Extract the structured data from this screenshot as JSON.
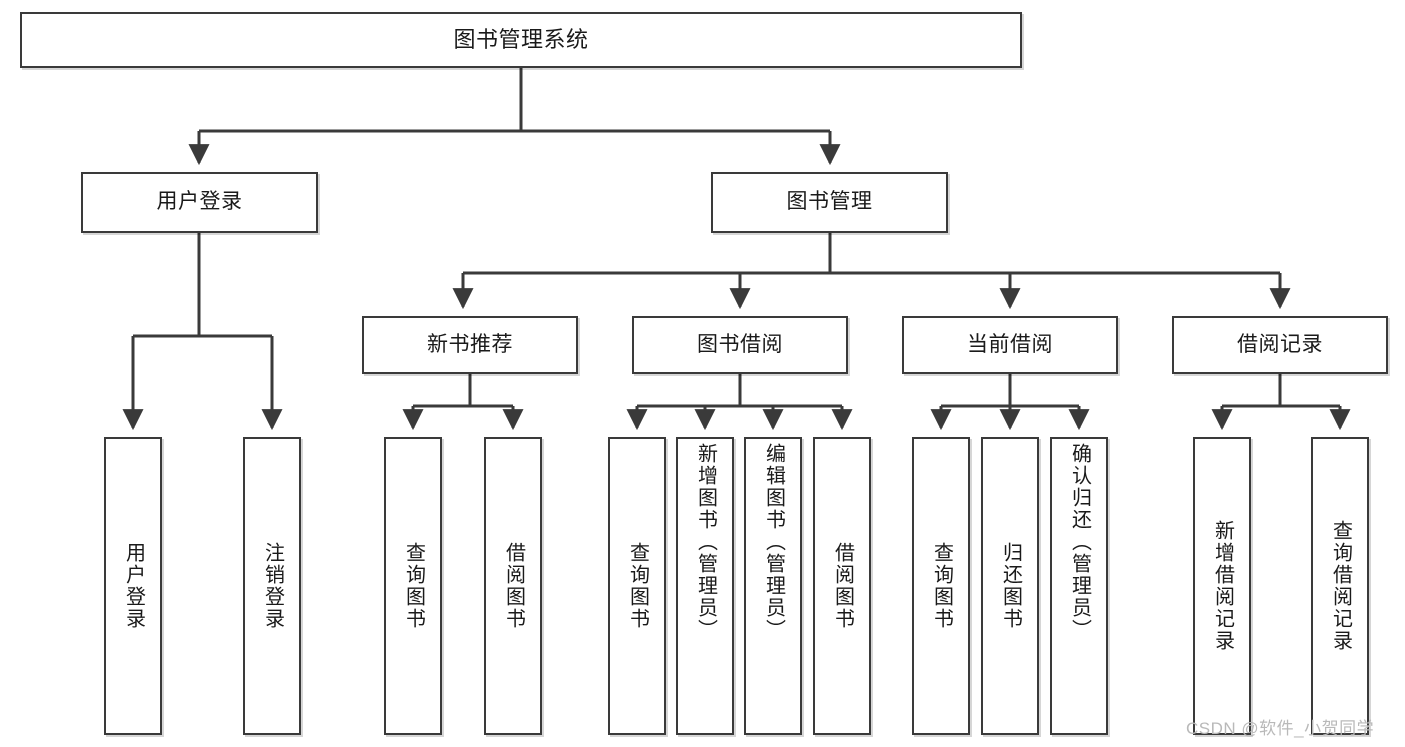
{
  "diagram": {
    "title": "图书管理系统",
    "type": "hierarchy-tree",
    "watermark": "CSDN @软件_小贺同学",
    "colors": {
      "border": "#3a3a3a",
      "background": "#ffffff",
      "text": "#1a1a1a",
      "edge": "#3a3a3a",
      "watermark": "#b9b9b9"
    },
    "nodes": {
      "root": {
        "label": "图书管理系统",
        "level": 1
      },
      "level2": [
        {
          "id": "user-login",
          "label": "用户登录"
        },
        {
          "id": "book-manage",
          "label": "图书管理"
        }
      ],
      "level3": [
        {
          "id": "new-book-rec",
          "label": "新书推荐"
        },
        {
          "id": "book-borrow",
          "label": "图书借阅"
        },
        {
          "id": "current-borrow",
          "label": "当前借阅"
        },
        {
          "id": "borrow-record",
          "label": "借阅记录"
        }
      ],
      "leaves": {
        "user-login": [
          {
            "id": "leaf-user-login",
            "label": "用户登录"
          },
          {
            "id": "leaf-logout-login",
            "label": "注销登录"
          }
        ],
        "new-book-rec": [
          {
            "id": "leaf-query-book-1",
            "label": "查询图书"
          },
          {
            "id": "leaf-borrow-book-1",
            "label": "借阅图书"
          }
        ],
        "book-borrow": [
          {
            "id": "leaf-query-book-2",
            "label": "查询图书"
          },
          {
            "id": "leaf-add-book",
            "label": "新增图书（管理员）"
          },
          {
            "id": "leaf-edit-book",
            "label": "编辑图书（管理员）"
          },
          {
            "id": "leaf-borrow-book-2",
            "label": "借阅图书"
          }
        ],
        "current-borrow": [
          {
            "id": "leaf-query-book-3",
            "label": "查询图书"
          },
          {
            "id": "leaf-return-book",
            "label": "归还图书"
          },
          {
            "id": "leaf-confirm-return",
            "label": "确认归还（管理员）"
          }
        ],
        "borrow-record": [
          {
            "id": "leaf-add-record",
            "label": "新增借阅记录"
          },
          {
            "id": "leaf-query-record",
            "label": "查询借阅记录"
          }
        ]
      }
    }
  }
}
